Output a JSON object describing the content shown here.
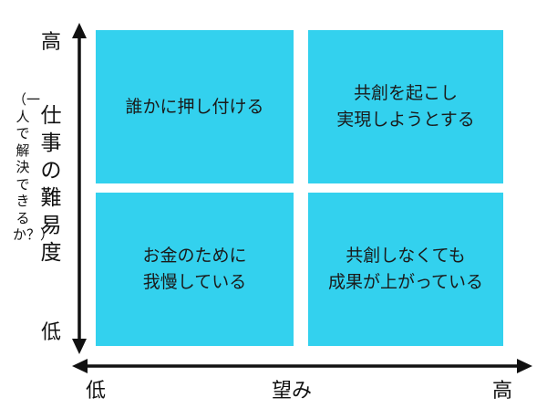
{
  "quadrants": {
    "top_left": "誰かに押し付ける",
    "top_right": "共創を起こし\n実現しようとする",
    "bottom_left": "お金のために\n我慢している",
    "bottom_right": "共創しなくても\n成果が上がっている"
  },
  "y_axis": {
    "title": "仕事の難易度",
    "subtitle": "（一人で解決できるか？）",
    "high": "高",
    "low": "低"
  },
  "x_axis": {
    "title": "望み",
    "low": "低",
    "high": "高"
  },
  "colors": {
    "quadrant_fill": "#33d1ee",
    "axis": "#111111"
  }
}
